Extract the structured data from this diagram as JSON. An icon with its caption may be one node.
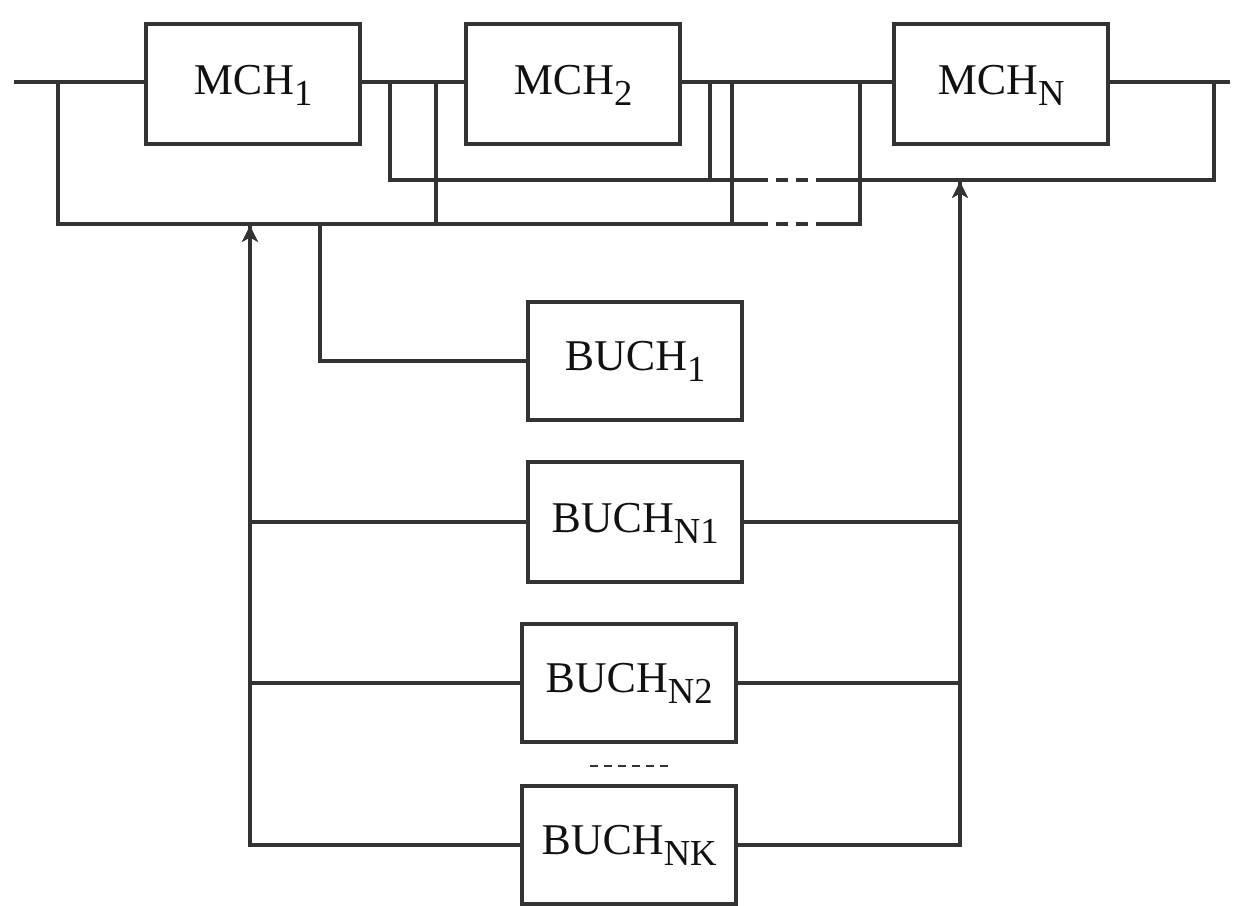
{
  "diagram": {
    "nodes": [
      {
        "text": [
          "MCH$_{1}$"
        ]
      },
      {
        "text": [
          "MCH$_{2}$"
        ]
      },
      {
        "text": [
          "MCH$_{N}$"
        ]
      },
      {
        "text": [
          "BUCH$_{1}$"
        ]
      },
      {
        "text": [
          "BUCH$_{N1}$"
        ]
      },
      {
        "text": [
          "BUCH$_{N2}$"
        ]
      },
      {
        "text": [
          "BUCH$_{NK}$"
        ]
      }
    ],
    "edges": [
      {
        "from": null,
        "to": 0,
        "arrow": "none"
      },
      {
        "from": 0,
        "to": 1,
        "arrow": "none"
      },
      {
        "from": 1,
        "to": 2,
        "arrow": "none"
      },
      {
        "from": 2,
        "to": null,
        "arrow": "none"
      },
      {
        "from": 3,
        "to": 0,
        "arrow": "none"
      },
      {
        "from": 4,
        "to": 0,
        "arrow": "to"
      },
      {
        "from": 5,
        "to": 0,
        "arrow": "to"
      },
      {
        "from": 6,
        "to": 0,
        "arrow": "to"
      },
      {
        "from": 4,
        "to": 2,
        "arrow": "to"
      },
      {
        "from": 5,
        "to": 2,
        "arrow": "to"
      },
      {
        "from": 6,
        "to": 2,
        "arrow": "to"
      }
    ]
  }
}
